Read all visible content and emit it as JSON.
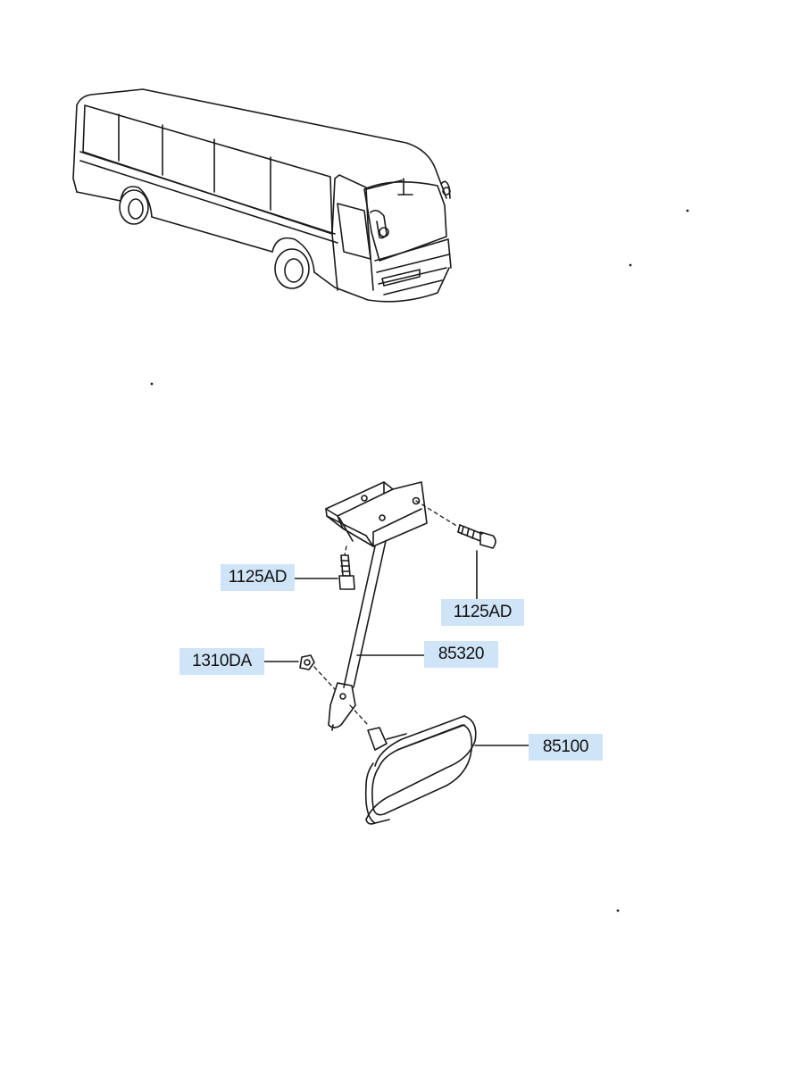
{
  "colors": {
    "background": "#ffffff",
    "line": "#1a1a1a",
    "label_highlight": "#cfe4f7",
    "label_text": "#111111"
  },
  "labels": {
    "bolt_left": "1125AD",
    "bolt_right": "1125AD",
    "nut": "1310DA",
    "stay": "85320",
    "mirror": "85100"
  }
}
